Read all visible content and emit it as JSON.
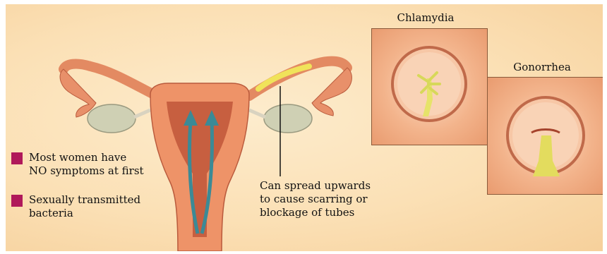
{
  "legend": [
    {
      "text": "Most women have\nNO symptoms at first",
      "color": "#b0195a"
    },
    {
      "text": "Sexually transmitted\nbacteria",
      "color": "#b0195a"
    }
  ],
  "callout": "Can spread upwards\nto cause scarring or\nblockage of tubes",
  "insets": {
    "chlamydia": "Chlamydia",
    "gonorrhea": "Gonorrhea"
  },
  "colors": {
    "tissue": "#ee9368",
    "tissue_dark": "#c0563a",
    "ovary": "#cfd0b4",
    "arrow": "#3b8a96",
    "infection": "#f0e35a"
  }
}
